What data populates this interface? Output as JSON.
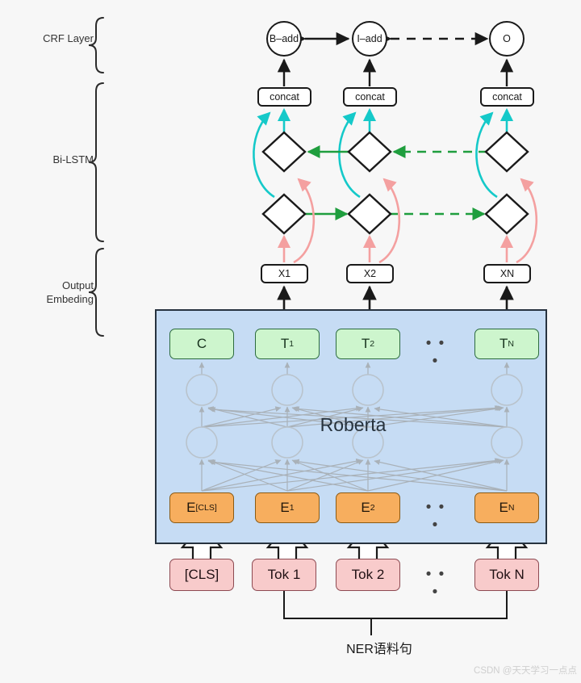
{
  "diagram": {
    "title": "Roberta Bi-LSTM CRF NER architecture",
    "background_color": "#f7f7f7"
  },
  "sections": [
    {
      "name": "crf-layer",
      "label": "CRF Layer"
    },
    {
      "name": "bi-lstm",
      "label": "Bi-LSTM"
    },
    {
      "name": "output-embeding",
      "label": "Output\nEmbeding"
    }
  ],
  "crf": {
    "nodes": [
      {
        "label": "B–add"
      },
      {
        "label": "I–add"
      },
      {
        "label": "O"
      }
    ]
  },
  "concat": {
    "label": "concat",
    "boxes": [
      "concat",
      "concat",
      "concat"
    ]
  },
  "lstm": {
    "backward_row_note": "backward LSTM cells (green arrows right-to-left)",
    "forward_row_note": "forward LSTM cells (green arrows left-to-right)",
    "cells_per_row": 3
  },
  "output_embedding": {
    "boxes": [
      "X1",
      "X2",
      "XN"
    ]
  },
  "roberta": {
    "name": "Roberta",
    "outputs": [
      {
        "main": "C",
        "sub": ""
      },
      {
        "main": "T",
        "sub": "1"
      },
      {
        "main": "T",
        "sub": "2"
      },
      {
        "main": "T",
        "sub": "N"
      }
    ],
    "embeddings": [
      {
        "main": "E",
        "sub": "[CLS]"
      },
      {
        "main": "E",
        "sub": "1"
      },
      {
        "main": "E",
        "sub": "2"
      },
      {
        "main": "E",
        "sub": "N"
      }
    ],
    "hidden_layers": 2,
    "ellipsis": "• • •"
  },
  "tokens": {
    "boxes": [
      "[CLS]",
      "Tok 1",
      "Tok 2",
      "Tok N"
    ],
    "ellipsis": "• • •"
  },
  "input": {
    "label": "NER语料句"
  },
  "watermark": {
    "text": "CSDN @天天学习一点点"
  },
  "colors": {
    "roberta_fill": "#c6dcf4",
    "output_fill": "#cdf5cd",
    "embedding_fill": "#f7ae5e",
    "token_fill": "#f8cbcb",
    "forward_arrow": "#1f9e3e",
    "backward_arrow": "#1f9e3e",
    "concat_arrow": "#15c9c9",
    "x_arrow": "#f4a0a0",
    "stroke": "#1a1a1a"
  }
}
